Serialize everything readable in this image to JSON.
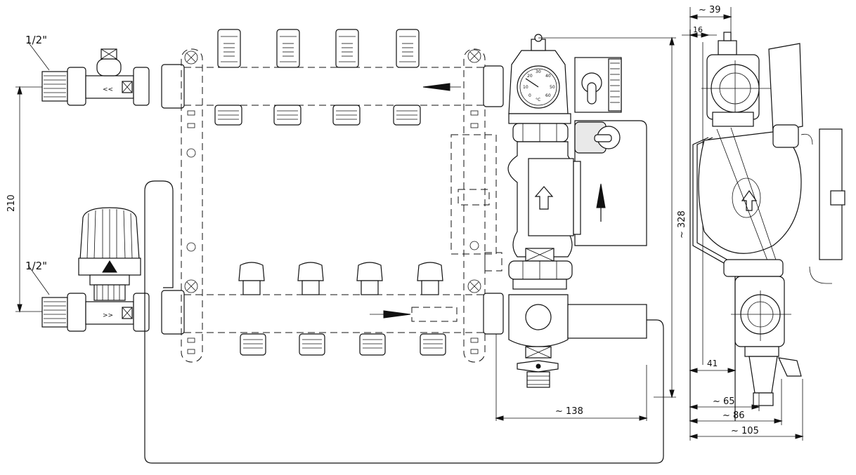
{
  "labels": {
    "inlet_top": "1/2\"",
    "inlet_bottom": "1/2\"",
    "dim_vertical_left": "210",
    "dim_height": "~ 328",
    "dim_width_pump": "~ 138",
    "dim_top_39": "~ 39",
    "dim_top_16": "16",
    "dim_side_41": "41",
    "dim_side_65": "~ 65",
    "dim_side_86": "~ 86",
    "dim_side_105": "~ 105"
  },
  "gauge_ticks": [
    "0",
    "10",
    "20",
    "30",
    "40",
    "50",
    "60",
    "°C"
  ],
  "counts": {
    "top_ports": 4,
    "bottom_ports": 4
  }
}
